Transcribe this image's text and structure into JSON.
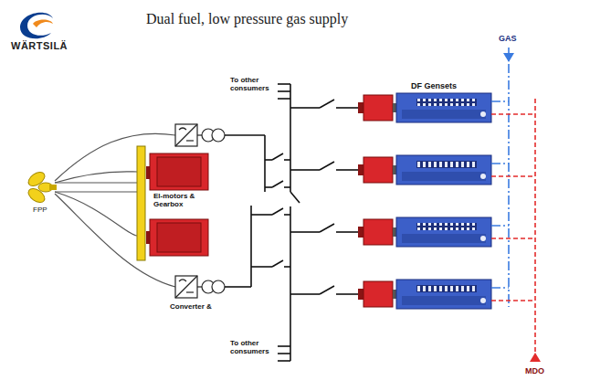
{
  "diagram": {
    "title": "Dual fuel, low pressure gas supply",
    "labels": [
      "WÄRTSILÄ",
      "GAS",
      "To other consumers",
      "DF Gensets",
      "El-motors & Gearbox",
      "FPP",
      "Converter &",
      "To other consumers",
      "MDO"
    ]
  }
}
